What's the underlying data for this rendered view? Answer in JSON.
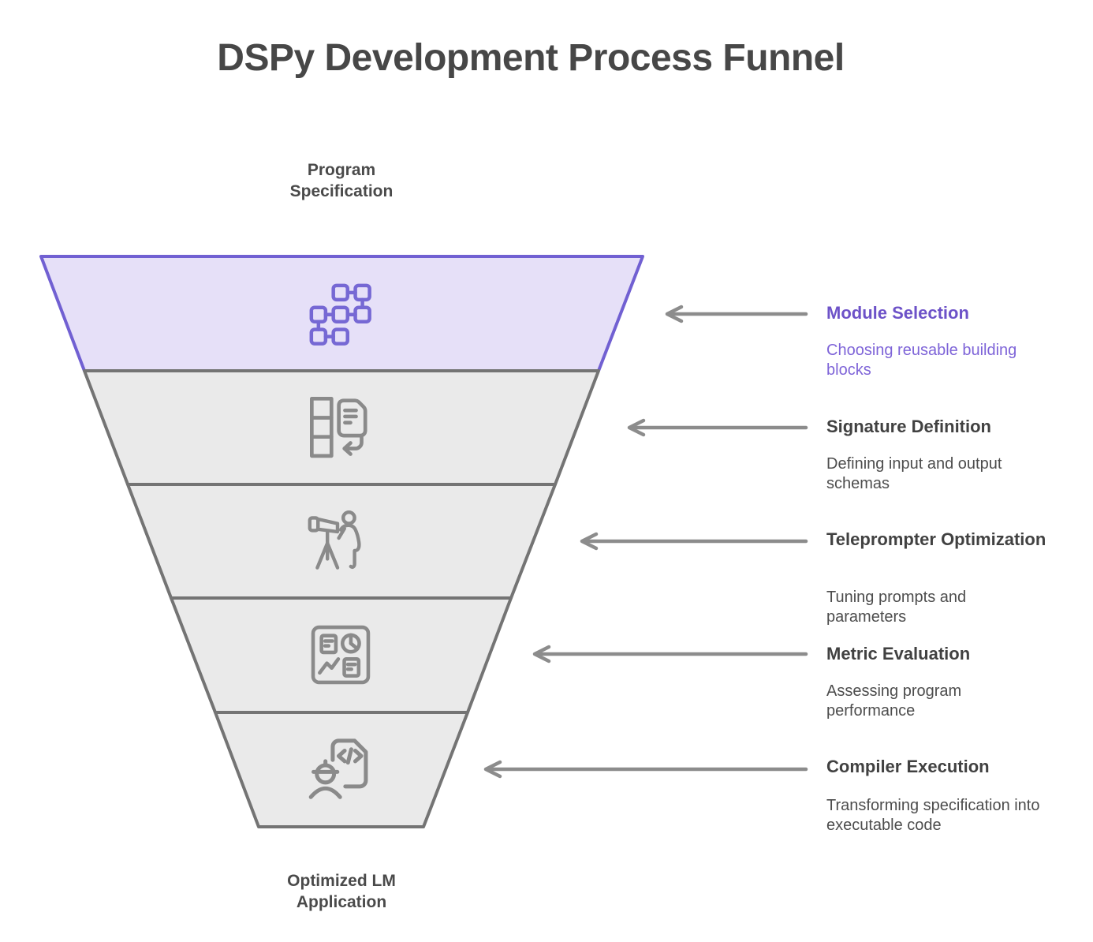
{
  "page": {
    "title": "DSPy Development Process Funnel"
  },
  "funnel": {
    "input_label": "Program Specification",
    "output_label": "Optimized LM Application",
    "stages": [
      {
        "name": "Module Selection",
        "description": "Choosing reusable building blocks",
        "icon": "modules-flowchart-icon",
        "fill": "#e6e0f8",
        "border": "#7160d2",
        "title_color": "#6d52c8",
        "description_color": "#7e64d8"
      },
      {
        "name": "Signature Definition",
        "description": "Defining input and output schemas",
        "icon": "schema-document-icon",
        "fill": "#eaeaea",
        "border": "#747474",
        "title_color": "#414141",
        "description_color": "#4d4d4d"
      },
      {
        "name": "Teleprompter Optimization",
        "description": "Tuning prompts and parameters",
        "icon": "telescope-surveyor-icon",
        "fill": "#eaeaea",
        "border": "#747474",
        "title_color": "#414141",
        "description_color": "#4d4d4d"
      },
      {
        "name": "Metric Evaluation",
        "description": "Assessing program performance",
        "icon": "metrics-dashboard-icon",
        "fill": "#eaeaea",
        "border": "#747474",
        "title_color": "#414141",
        "description_color": "#4d4d4d"
      },
      {
        "name": "Compiler Execution",
        "description": "Transforming specification into executable code",
        "icon": "engineer-code-document-icon",
        "fill": "#eaeaea",
        "border": "#747474",
        "title_color": "#414141",
        "description_color": "#4d4d4d"
      }
    ],
    "arrow_color": "#8c8c8c",
    "icon_color_gray": "#8a8a8a",
    "icon_color_purple": "#7668d4"
  }
}
